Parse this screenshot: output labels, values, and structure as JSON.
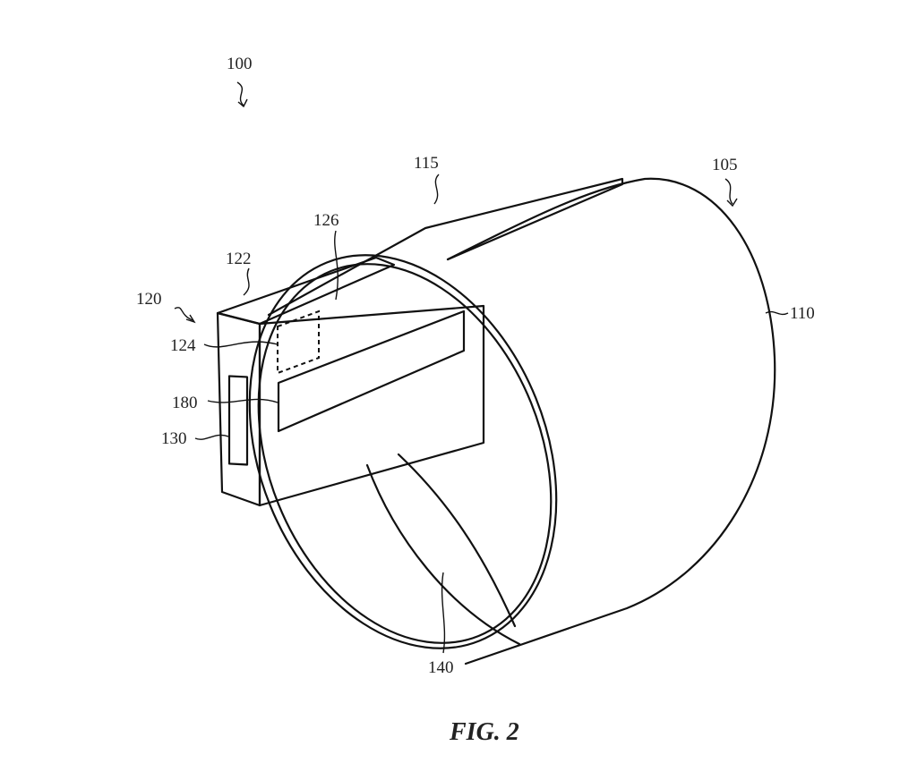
{
  "figure": {
    "caption": "FIG. 2",
    "labels": {
      "device": "100",
      "band_assembly": "105",
      "band": "110",
      "strap_end": "115",
      "housing": "120",
      "housing_edge": "122",
      "component": "124",
      "housing_face": "126",
      "side_window": "130",
      "inner_surface": "140",
      "display_region": "180"
    }
  }
}
